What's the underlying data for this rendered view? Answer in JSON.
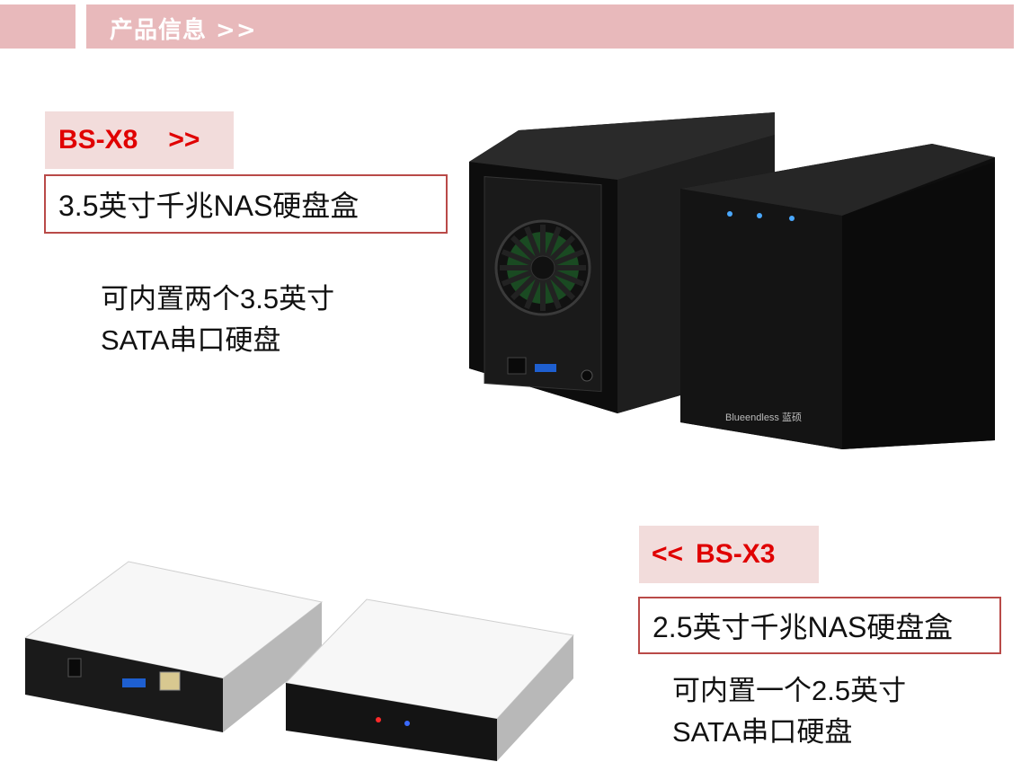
{
  "header": {
    "title": "产品信息 >>",
    "color": "#e8b9bb"
  },
  "product1": {
    "model": "BS-X8",
    "arrow": ">>",
    "subtitle": "3.5英寸千兆NAS硬盘盒",
    "desc_line1": "可内置两个3.5英寸",
    "desc_line2": "SATA串口硬盘",
    "image_label": "Blueendless 蓝硕"
  },
  "product2": {
    "arrow": "<<",
    "model": "BS-X3",
    "subtitle": "2.5英寸千兆NAS硬盘盒",
    "desc_line1": "可内置一个2.5英寸",
    "desc_line2": "SATA串口硬盘"
  },
  "colors": {
    "accent_red": "#e00000",
    "tag_bg": "#f2dcdb",
    "box_border": "#b94a48"
  }
}
